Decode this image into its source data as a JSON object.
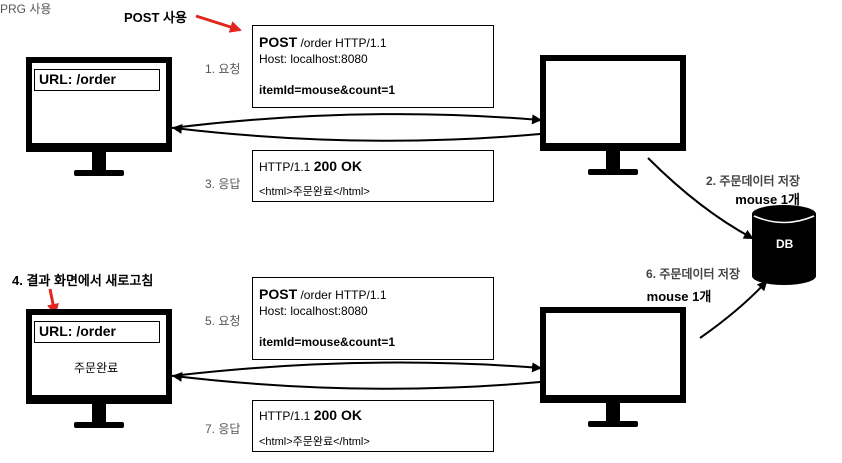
{
  "top_fragment": "PRG 사용",
  "callout_post": "POST 사용",
  "callout_refresh": "4. 결과 화면에서 새로고침",
  "client_top": {
    "url": "URL: /order"
  },
  "client_bottom": {
    "url": "URL: /order",
    "screen_text": "주문완료"
  },
  "request_top": {
    "method": "POST",
    "request_line": "/order HTTP/1.1",
    "host": "Host: localhost:8080",
    "body": "itemId=mouse&count=1"
  },
  "response_top": {
    "status_prefix": "HTTP/1.1",
    "status": "200 OK",
    "body": "<html>주문완료</html>"
  },
  "request_bottom": {
    "method": "POST",
    "request_line": "/order HTTP/1.1",
    "host": "Host: localhost:8080",
    "body": "itemId=mouse&count=1"
  },
  "response_bottom": {
    "status_prefix": "HTTP/1.1",
    "status": "200 OK",
    "body": "<html>주문완료</html>"
  },
  "steps": {
    "s1": "1. 요청",
    "s3": "3. 응답",
    "s5": "5. 요청",
    "s7": "7. 응답"
  },
  "db_notes": {
    "n2_title": "2. 주문데이터 저장",
    "n2_sub": "mouse 1개",
    "n6_title": "6. 주문데이터 저장",
    "n6_sub": "mouse 1개"
  },
  "db_label": "DB",
  "colors": {
    "accent_arrow": "#e0261f",
    "line": "#000000",
    "step_text": "#555555"
  }
}
